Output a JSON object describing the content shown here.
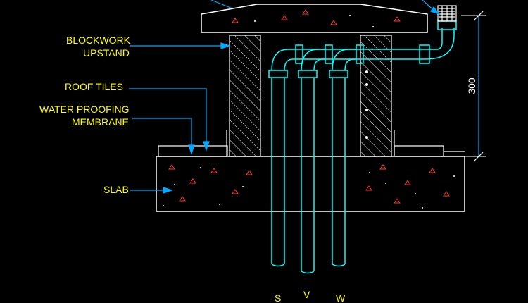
{
  "labels": {
    "blockwork_line1": "BLOCKWORK",
    "blockwork_line2": "UPSTAND",
    "roof_tiles": "ROOF TILES",
    "waterproofing_line1": "WATER PROOFING",
    "waterproofing_line2": "MEMBRANE",
    "slab": "SLAB"
  },
  "dimension": {
    "value": "300"
  },
  "pipes": [
    {
      "label": "S"
    },
    {
      "label": "V"
    },
    {
      "label": "W"
    }
  ],
  "colors": {
    "background": "#000000",
    "label_text": "#ffff00",
    "leader": "#00aaff",
    "pipe": "#00ffff",
    "outline": "#ffffff",
    "hatch_dots": "#ff3333"
  }
}
